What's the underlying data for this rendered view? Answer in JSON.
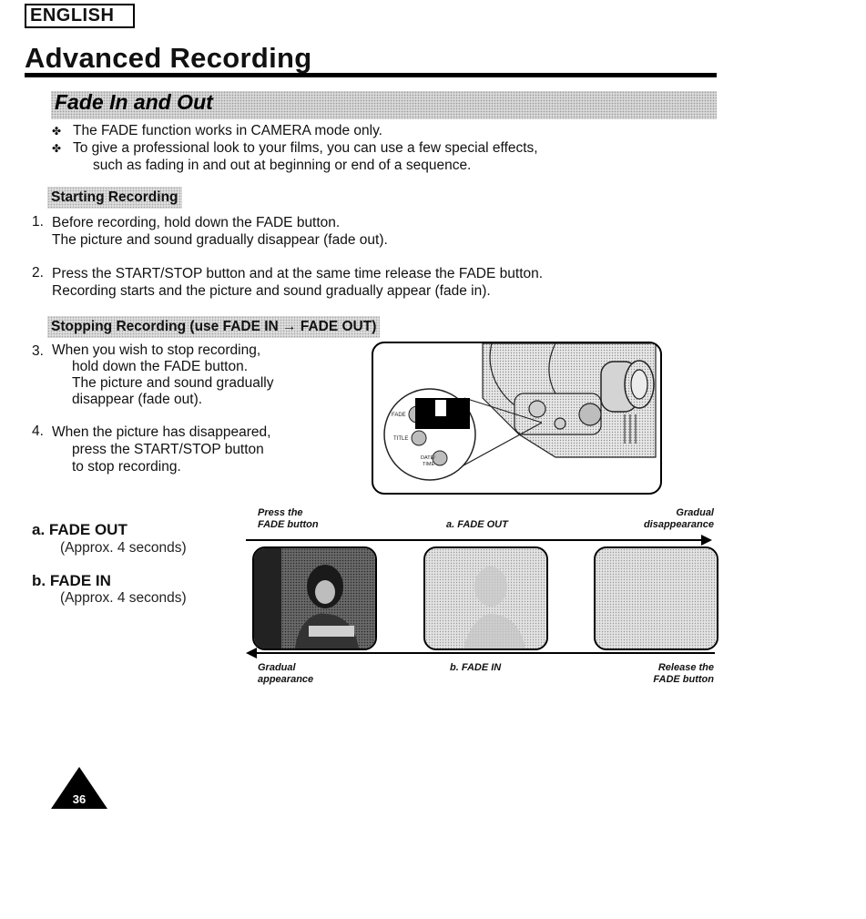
{
  "language_badge": "ENGLISH",
  "page_title": "Advanced Recording",
  "section_title": "Fade In and Out",
  "bullets": [
    "The FADE function works in CAMERA mode only.",
    "To give a professional look to your films, you can use a few special effects,",
    "such as fading in and out at beginning or end of a sequence."
  ],
  "starting": {
    "heading": "Starting Recording",
    "step1": {
      "num": "1.",
      "lines": [
        "Before recording, hold down the FADE button.",
        "The picture and sound gradually disappear (fade out)."
      ]
    },
    "step2": {
      "num": "2.",
      "lines": [
        "Press the START/STOP button and at the same time release the FADE button.",
        "Recording starts and the picture and sound gradually appear (fade in)."
      ]
    }
  },
  "stopping": {
    "heading": "Stopping Recording (use FADE IN → FADE OUT)",
    "step3": {
      "num": "3.",
      "lines": [
        "When you wish to stop recording,",
        "hold down the FADE button.",
        "The picture and sound gradually",
        "disappear (fade out)."
      ]
    },
    "step4": {
      "num": "4.",
      "lines": [
        "When the picture has disappeared,",
        "press the START/STOP button",
        "to stop recording."
      ]
    }
  },
  "camera_labels": {
    "fade": "FADE",
    "title": "TITLE",
    "date_time_1": "DATE/",
    "date_time_2": "TIME"
  },
  "fade_out": {
    "label": "a.  FADE OUT",
    "duration": "(Approx. 4 seconds)"
  },
  "fade_in": {
    "label": "b.  FADE IN",
    "duration": "(Approx. 4 seconds)"
  },
  "diagram": {
    "top_left_1": "Press the",
    "top_left_2": "FADE button",
    "top_mid": "a. FADE OUT",
    "top_right_1": "Gradual",
    "top_right_2": "disappearance",
    "bottom_left_1": "Gradual",
    "bottom_left_2": "appearance",
    "bottom_mid": "b. FADE IN",
    "bottom_right_1": "Release the",
    "bottom_right_2": "FADE button"
  },
  "page_number": "36"
}
